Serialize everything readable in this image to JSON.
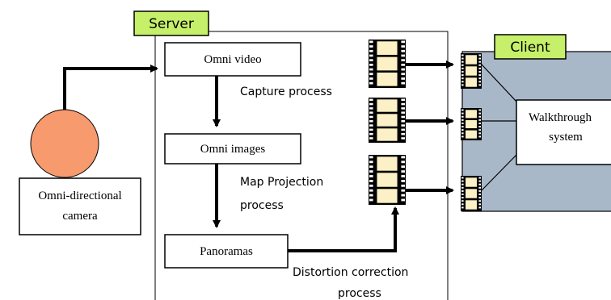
{
  "server": {
    "label": "Server"
  },
  "client": {
    "label": "Client"
  },
  "boxes": {
    "omni_video": "Omni video",
    "omni_images": "Omni images",
    "panoramas": "Panoramas",
    "camera": [
      "Omni-directional",
      "camera"
    ],
    "walkthrough": [
      "Walkthrough",
      "system"
    ]
  },
  "processes": {
    "capture": "Capture process",
    "map_projection": [
      "Map Projection",
      "process"
    ],
    "distortion": [
      "Distortion correction",
      "process"
    ]
  },
  "colors": {
    "tag_fill": "#c6f06a",
    "camera_fill": "#f79a6e",
    "client_fill": "#a9b8c8",
    "film_fill": "#fbf0c6",
    "line": "#000000"
  }
}
